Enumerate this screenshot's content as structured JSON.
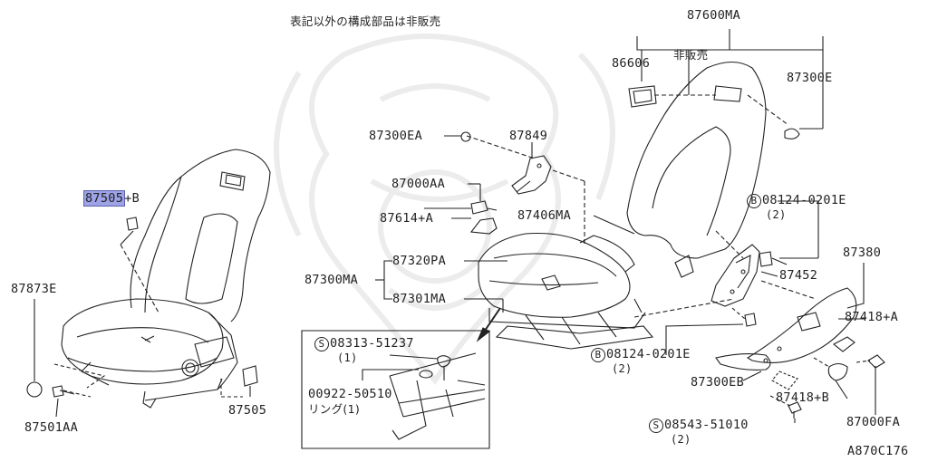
{
  "header_note": "表記以外の構成部品は非販売",
  "diagram_code": "A870C176",
  "labels": {
    "p87505_b_code": "87505",
    "p87505_b_suffix": "+B",
    "p87873e": "87873E",
    "p87501aa": "87501AA",
    "p87505": "87505",
    "p87300ea": "87300EA",
    "p87849": "87849",
    "p87000aa": "87000AA",
    "p87614a": "87614+A",
    "p87406ma": "87406MA",
    "p87320pa": "87320PA",
    "p87300ma": "87300MA",
    "p87301ma": "87301MA",
    "p87600ma": "87600MA",
    "p86606": "86606",
    "not_for_sale": "非販売",
    "p87300e": "87300E",
    "b_08124_top": "08124-0201E",
    "b_08124_top_qty": "(2)",
    "p87380": "87380",
    "p87452": "87452",
    "p87418a": "87418+A",
    "b_08124_bottom": "08124-0201E",
    "b_08124_bottom_qty": "(2)",
    "p87300eb": "87300EB",
    "p87418b": "87418+B",
    "s_08543": "08543-51010",
    "s_08543_qty": "(2)",
    "p87000fa": "87000FA",
    "s_08313": "08313-51237",
    "s_08313_qty": "(1)",
    "p00922": "00922-50510",
    "ring_note": "リング(1)",
    "marker_b": "B",
    "marker_s": "S"
  }
}
